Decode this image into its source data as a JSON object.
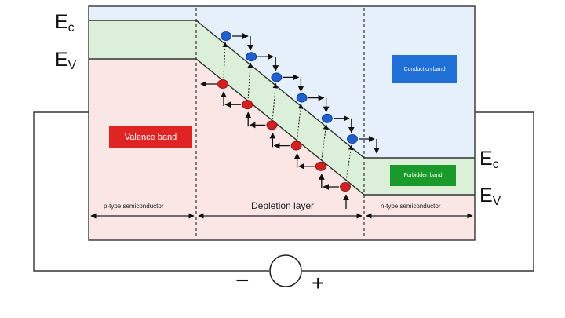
{
  "energy_levels": {
    "left": {
      "ec_main": "E",
      "ec_sub": "c",
      "ev_main": "E",
      "ev_sub": "V"
    },
    "right": {
      "ec_main": "E",
      "ec_sub": "c",
      "ev_main": "E",
      "ev_sub": "V"
    }
  },
  "bands": {
    "valence": "Valence band",
    "conduction": "Conduction band",
    "forbidden": "Forbidden band"
  },
  "regions": {
    "p_type": "p-type semiconductor",
    "depletion": "Depletion layer",
    "n_type": "n-type semiconductor"
  },
  "circuit": {
    "negative": "−",
    "positive": "+"
  },
  "carriers": {
    "electrons": 6,
    "holes": 6
  },
  "colors": {
    "conduction_bg": "#e6f0fa",
    "forbidden_bg": "#dcefd9",
    "valence_bg": "#fbe6e6",
    "valence_badge": "#e02424",
    "conduction_badge": "#1f6fd6",
    "forbidden_badge": "#1a9a2a",
    "electron": "#1f5fcf",
    "hole": "#d42020"
  }
}
